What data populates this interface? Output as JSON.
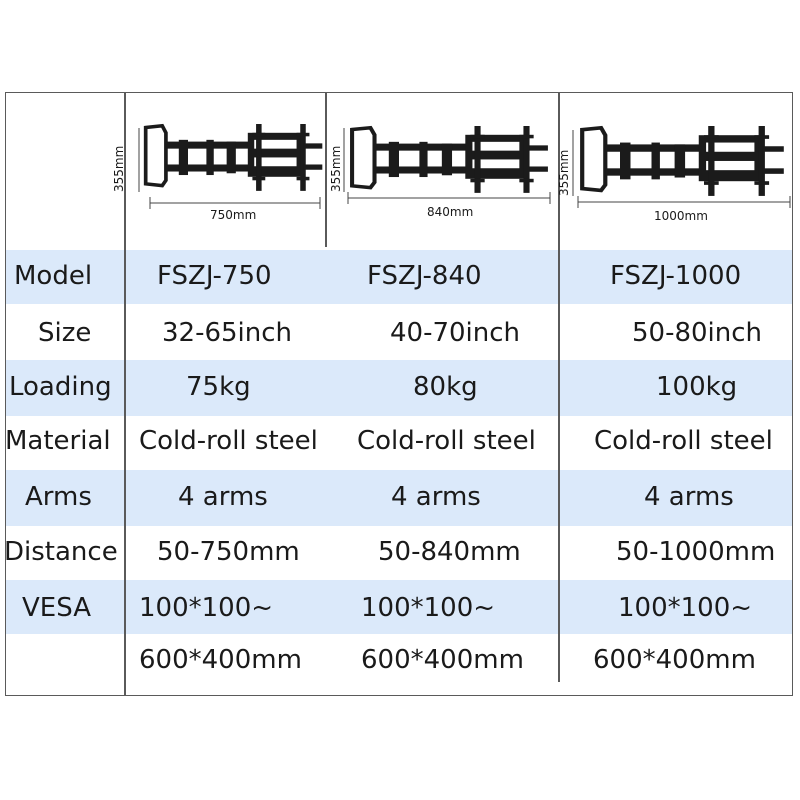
{
  "products": [
    {
      "dim_height": "355mm",
      "dim_width": "750mm"
    },
    {
      "dim_height": "355mm",
      "dim_width": "840mm"
    },
    {
      "dim_height": "355mm",
      "dim_width": "1000mm"
    }
  ],
  "rows": [
    {
      "label": "Model",
      "values": [
        "FSZJ-750",
        "FSZJ-840",
        "FSZJ-1000"
      ]
    },
    {
      "label": "Size",
      "values": [
        "32-65inch",
        "40-70inch",
        "50-80inch"
      ]
    },
    {
      "label": "Loading",
      "values": [
        "75kg",
        "80kg",
        "100kg"
      ]
    },
    {
      "label": "Material",
      "values": [
        "Cold-roll steel",
        "Cold-roll steel",
        "Cold-roll steel"
      ]
    },
    {
      "label": "Arms",
      "values": [
        "4 arms",
        "4 arms",
        "4 arms"
      ]
    },
    {
      "label": "Distance",
      "values": [
        "50-750mm",
        "50-840mm",
        "50-1000mm"
      ]
    },
    {
      "label": "VESA",
      "values": [
        "100*100~",
        "100*100~",
        "100*100~"
      ],
      "values2": [
        "600*400mm",
        "600*400mm",
        "600*400mm"
      ]
    }
  ],
  "colors": {
    "band": "#dbe9fa",
    "border": "#5a5a5a",
    "mount": "#1b1b1b"
  },
  "icons": [
    "tv-wall-mount-illustration",
    "tv-wall-mount-illustration",
    "tv-wall-mount-illustration"
  ]
}
